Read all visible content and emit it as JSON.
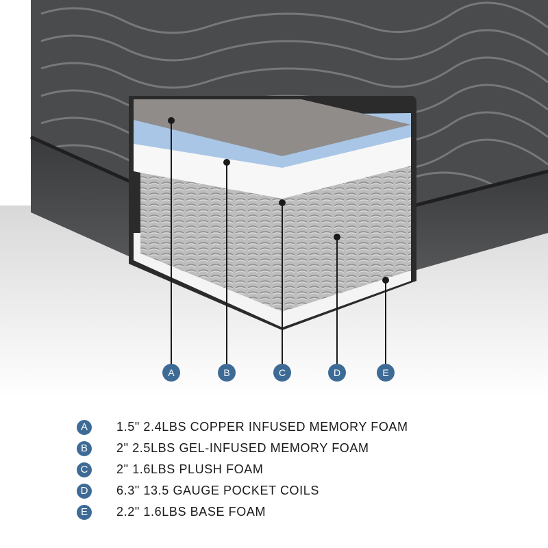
{
  "colors": {
    "cover": "#4a4b4d",
    "cover_dark": "#2d2e30",
    "copper_foam": "#8f8c8a",
    "gel_foam": "#a9c6e6",
    "plush_foam": "#f7f7f7",
    "coils": "#c9c9c9",
    "base_foam": "#f4f4f4",
    "badge": "#3e6b96",
    "background": "#ffffff"
  },
  "callouts": [
    {
      "letter": "A"
    },
    {
      "letter": "B"
    },
    {
      "letter": "C"
    },
    {
      "letter": "D"
    },
    {
      "letter": "E"
    }
  ],
  "legend": [
    {
      "letter": "A",
      "text": "1.5\" 2.4LBS COPPER INFUSED MEMORY FOAM"
    },
    {
      "letter": "B",
      "text": "2\" 2.5LBS GEL-INFUSED MEMORY FOAM"
    },
    {
      "letter": "C",
      "text": "2\" 1.6LBS PLUSH FOAM"
    },
    {
      "letter": "D",
      "text": "6.3\" 13.5 GAUGE POCKET COILS"
    },
    {
      "letter": "E",
      "text": "2.2\" 1.6LBS BASE FOAM"
    }
  ]
}
